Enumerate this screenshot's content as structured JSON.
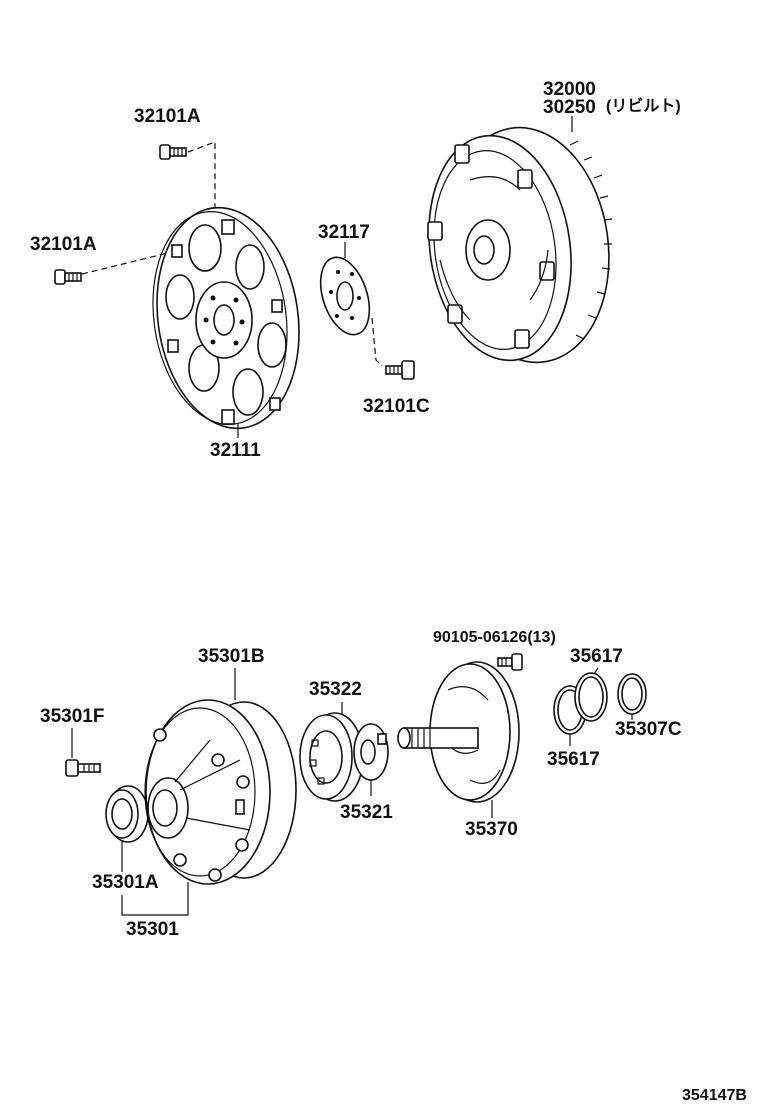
{
  "parts": {
    "bolt_upper": "32101A",
    "bolt_left": "32101A",
    "drive_plate": "32111",
    "spacer": "32117",
    "bolt_spacer": "32101C",
    "torque_converter": "32000",
    "torque_converter_rebuilt": "30250",
    "rebuilt_note": "(リビルト)",
    "pump_body": "35301B",
    "pump_bolt": "35301F",
    "oil_seal": "35301A",
    "pump_assy": "35301",
    "driven_gear": "35322",
    "drive_gear": "35321",
    "stator_shaft_bolt": "90105-06126(13)",
    "stator_shaft": "35370",
    "seal_ring_a": "35617",
    "seal_ring_b": "35617",
    "seal_ring_c": "35307C"
  },
  "diagram_id": "354147B"
}
